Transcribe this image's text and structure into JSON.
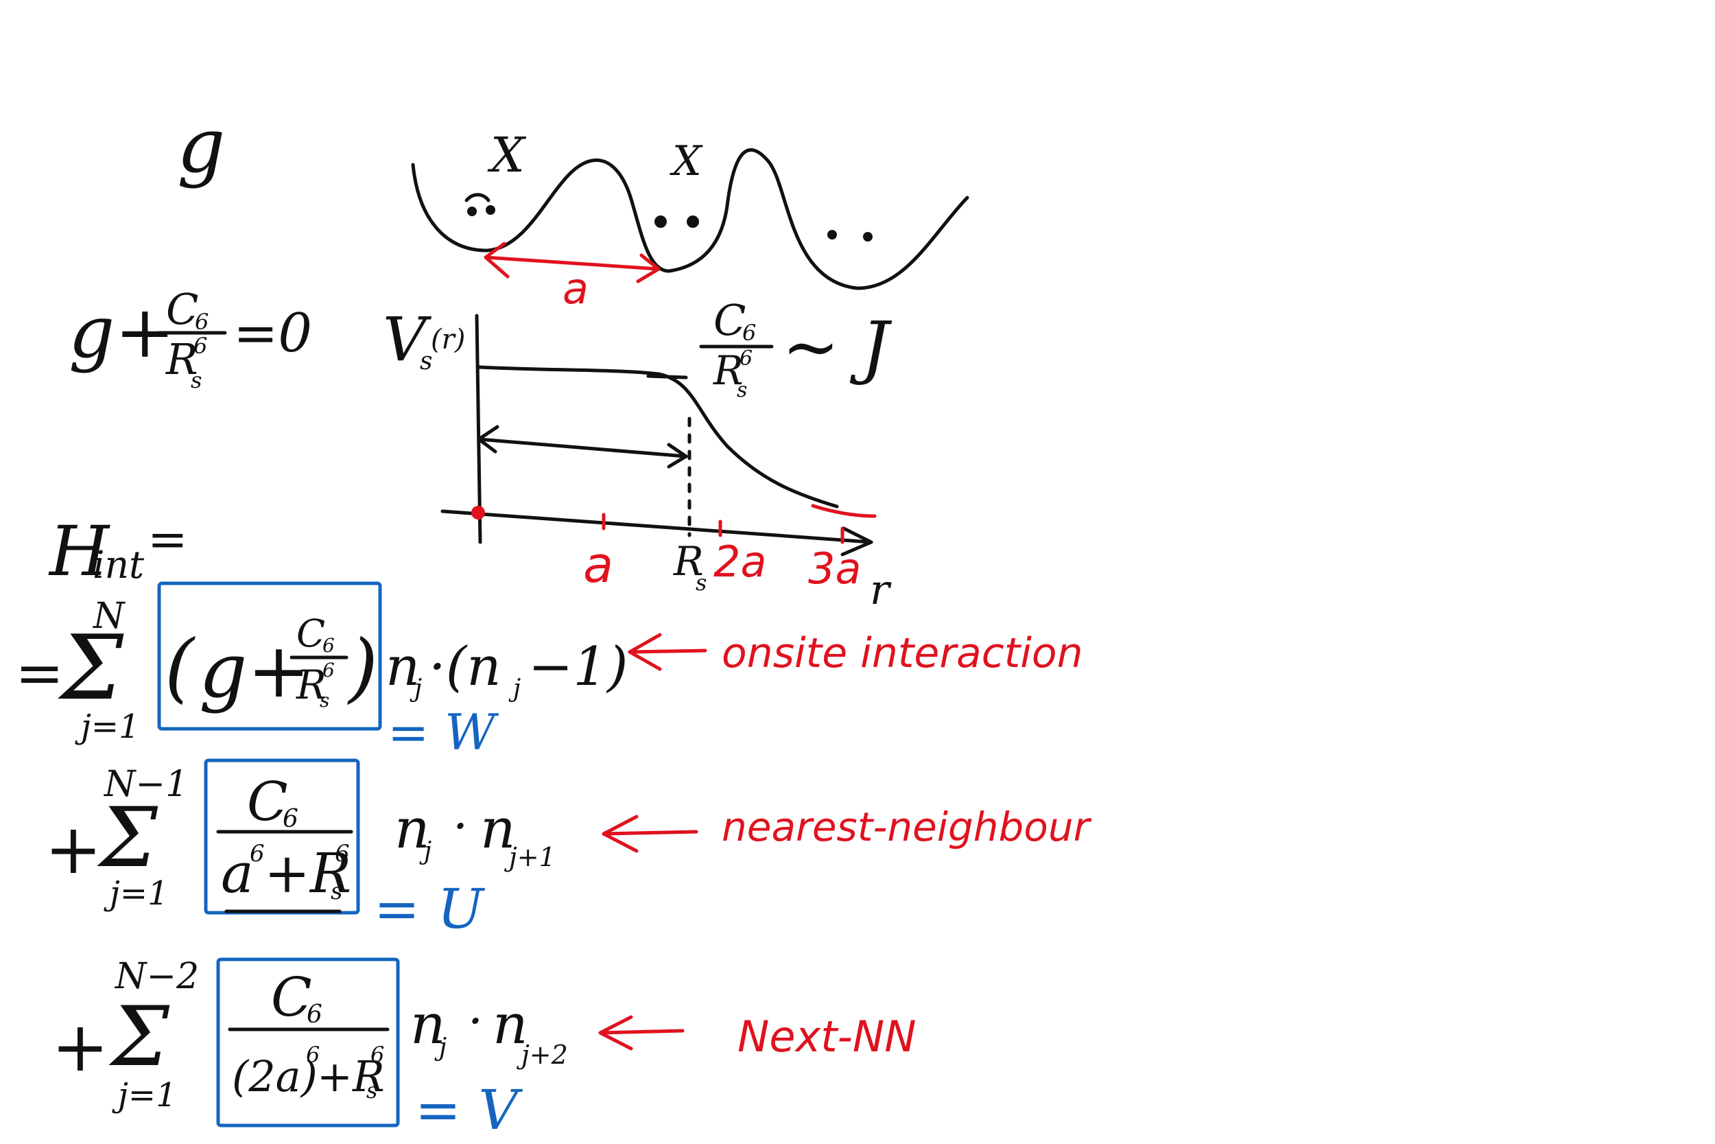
{
  "colors": {
    "ink": "#111111",
    "annotation": "#e0121e",
    "box": "#1565c0",
    "background": "#ffffff"
  },
  "top": {
    "g": "g",
    "lattice_spacing": "a",
    "mark_x1": "X",
    "mark_x2": "X",
    "resonance_lhs": "g+",
    "resonance_eq": "=0",
    "C6": "C",
    "C6_sub": "6",
    "Rs": "R",
    "Rs_sub": "s",
    "pow6": "6",
    "tilde_J": "~ J"
  },
  "potential_plot": {
    "ylabel": "V",
    "ylabel_sub": "s",
    "ylabel_arg": "(r)",
    "xlabel": "r",
    "ticks": {
      "a": "a",
      "Rs": "R",
      "Rs_sub": "s",
      "two_a": "2a",
      "three_a": "3a"
    }
  },
  "hamiltonian": {
    "title": "H",
    "title_sub": "int",
    "title_eq": "=",
    "term1": {
      "prefix": "=",
      "sum_upper": "N",
      "sum_lower": "j=1",
      "box_open": "(",
      "box_g": "g+",
      "box_close": ")",
      "operator": "n",
      "op_sub": "j",
      "op_rest": "·(n",
      "op_rest_sub": "j",
      "op_tail": "−1)",
      "label": "= W",
      "annotation": "onsite interaction"
    },
    "term2": {
      "prefix": "+",
      "sum_upper": "N−1",
      "sum_lower": "j=1",
      "denominator": "a",
      "denominator_sup": "6",
      "denominator_plus": "+R",
      "operator": "n",
      "op_sub": "j",
      "op_dot": "·",
      "op2": "n",
      "op2_sub": "j+1",
      "label": "= U",
      "annotation": "nearest-neighbour"
    },
    "term3": {
      "prefix": "+",
      "sum_upper": "N−2",
      "sum_lower": "j=1",
      "denominator": "(2a)",
      "denominator_sup": "6",
      "denominator_plus": "+R",
      "operator": "n",
      "op_sub": "j",
      "op_dot": "·",
      "op2": "n",
      "op2_sub": "j+2",
      "label": "= V",
      "annotation": "Next-NN"
    }
  }
}
